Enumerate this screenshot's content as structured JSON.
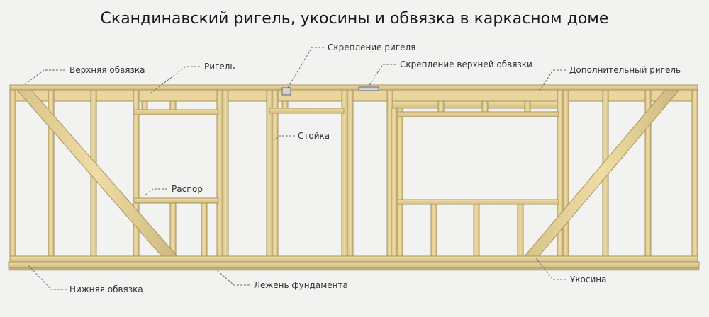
{
  "title": "Скандинавский ригель, укосины и обвязка в каркасном доме",
  "labels": {
    "top_plate": "Верхняя обвязка",
    "header": "Ригель",
    "header_fastening": "Скрепление ригеля",
    "top_plate_fastening": "Скрепление верхней обвязки",
    "additional_header": "Дополнительный ригель",
    "stud": "Стойка",
    "spacer": "Распор",
    "bottom_plate": "Нижняя обвязка",
    "sill": "Лежень фундамента",
    "brace": "Укосина"
  },
  "colors": {
    "timber": "#e8d49a",
    "timber_edge": "#a8955e",
    "background": "#f2f2f0"
  }
}
